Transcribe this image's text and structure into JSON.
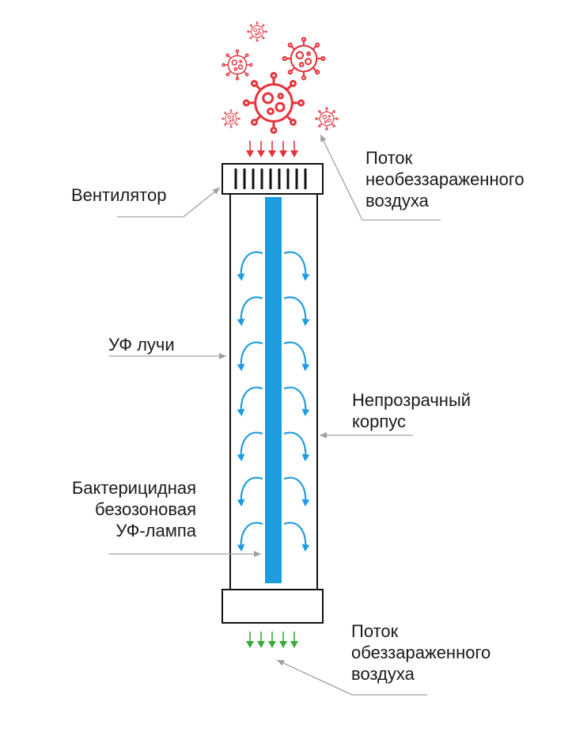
{
  "labels": {
    "fan": [
      "Вентилятор"
    ],
    "inflow": [
      "Поток",
      "необеззараженного",
      "воздуха"
    ],
    "uv_rays": [
      "УФ лучи"
    ],
    "housing": [
      "Непрозрачный",
      "корпус"
    ],
    "lamp": [
      "Бактерицидная",
      "безозоновая",
      "УФ-лампа"
    ],
    "outflow": [
      "Поток",
      "обеззараженного",
      "воздуха"
    ]
  },
  "colors": {
    "virus": "#e5343c",
    "inflow_arrows": "#e5343c",
    "uv_lamp": "#1f9be0",
    "uv_rays": "#1f9be0",
    "outflow_arrows": "#3aab3a",
    "outline": "#111111",
    "leader_lines": "#a0a0a0"
  },
  "icons": {
    "virus": "virus-icon",
    "fan": "fan-grille-icon"
  }
}
